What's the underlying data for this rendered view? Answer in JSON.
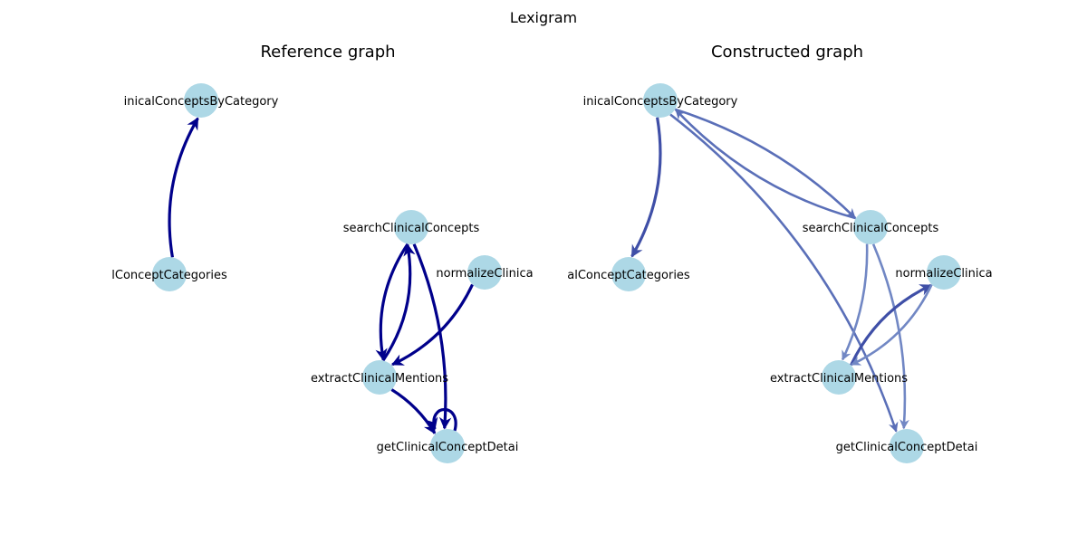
{
  "figure": {
    "suptitle": "Lexigram"
  },
  "colors": {
    "node": "#add8e6",
    "ref_edge": "#00008b",
    "con_edge_strong": "#3f4fa7",
    "con_edge_mid": "#5a6fb8",
    "con_edge_light": "#7187c4"
  },
  "panels": [
    {
      "id": "reference",
      "title": "Reference graph",
      "nodes": [
        {
          "id": "byCategory",
          "label": "inicalConceptsByCategory"
        },
        {
          "id": "categories",
          "label": "lConceptCategories"
        },
        {
          "id": "search",
          "label": "searchClinicalConcepts"
        },
        {
          "id": "normalize",
          "label": "normalizeClinica"
        },
        {
          "id": "extract",
          "label": "extractClinicalMentions"
        },
        {
          "id": "details",
          "label": "getClinicalConceptDetai"
        }
      ],
      "edges": [
        {
          "from": "categories",
          "to": "byCategory",
          "weight": "strong"
        },
        {
          "from": "search",
          "to": "extract",
          "weight": "strong"
        },
        {
          "from": "extract",
          "to": "search",
          "weight": "strong"
        },
        {
          "from": "search",
          "to": "details",
          "weight": "strong"
        },
        {
          "from": "normalize",
          "to": "extract",
          "weight": "strong"
        },
        {
          "from": "extract",
          "to": "details",
          "weight": "strong"
        },
        {
          "from": "details",
          "to": "details",
          "weight": "strong"
        }
      ]
    },
    {
      "id": "constructed",
      "title": "Constructed graph",
      "nodes": [
        {
          "id": "byCategory",
          "label": "inicalConceptsByCategory"
        },
        {
          "id": "categories",
          "label": "alConceptCategories"
        },
        {
          "id": "search",
          "label": "searchClinicalConcepts"
        },
        {
          "id": "normalize",
          "label": "normalizeClinica"
        },
        {
          "id": "extract",
          "label": "extractClinicalMentions"
        },
        {
          "id": "details",
          "label": "getClinicalConceptDetai"
        }
      ],
      "edges": [
        {
          "from": "byCategory",
          "to": "categories",
          "weight": "strong"
        },
        {
          "from": "byCategory",
          "to": "search",
          "weight": "mid"
        },
        {
          "from": "search",
          "to": "byCategory",
          "weight": "mid"
        },
        {
          "from": "byCategory",
          "to": "details",
          "weight": "mid"
        },
        {
          "from": "search",
          "to": "extract",
          "weight": "light"
        },
        {
          "from": "search",
          "to": "details",
          "weight": "light"
        },
        {
          "from": "extract",
          "to": "normalize",
          "weight": "strong"
        },
        {
          "from": "normalize",
          "to": "extract",
          "weight": "light"
        }
      ]
    }
  ]
}
